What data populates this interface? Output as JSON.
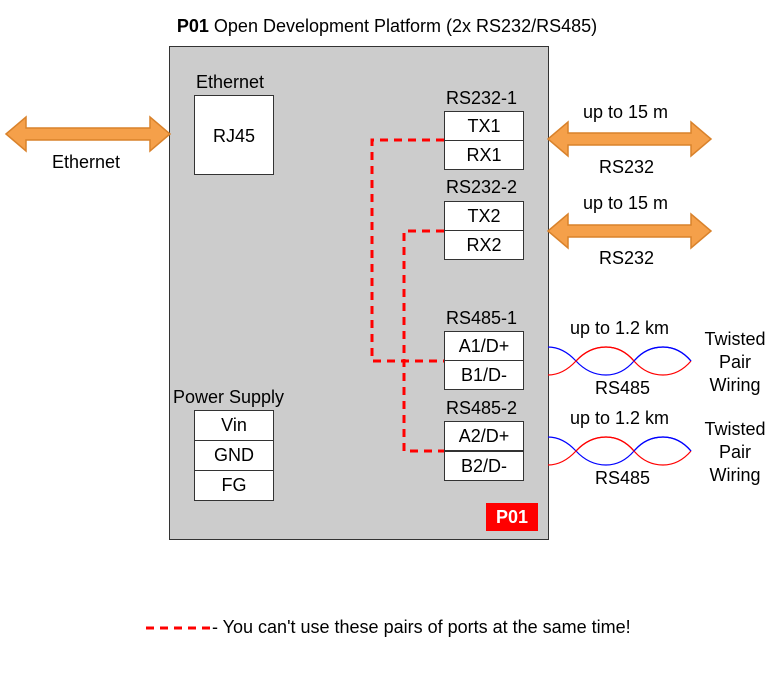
{
  "title": {
    "id": "P01",
    "text": "Open Development Platform (2x RS232/RS485)"
  },
  "ethernet": {
    "section_label": "Ethernet",
    "connector": "RJ45",
    "link_label": "Ethernet"
  },
  "rs232": [
    {
      "label": "RS232-1",
      "pins": [
        "TX1",
        "RX1"
      ],
      "distance": "up to 15 m",
      "type": "RS232"
    },
    {
      "label": "RS232-2",
      "pins": [
        "TX2",
        "RX2"
      ],
      "distance": "up to 15 m",
      "type": "RS232"
    }
  ],
  "rs485": [
    {
      "label": "RS485-1",
      "pins": [
        "A1/D+",
        "B1/D-"
      ],
      "distance": "up to 1.2 km",
      "type": "RS485",
      "wiring": [
        "Twisted",
        "Pair",
        "Wiring"
      ]
    },
    {
      "label": "RS485-2",
      "pins": [
        "A2/D+",
        "B2/D-"
      ],
      "distance": "up to 1.2 km",
      "type": "RS485",
      "wiring": [
        "Twisted",
        "Pair",
        "Wiring"
      ]
    }
  ],
  "power": {
    "label": "Power Supply",
    "pins": [
      "Vin",
      "GND",
      "FG"
    ]
  },
  "badge": "P01",
  "legend": {
    "text": "- You can't use these pairs of ports at the same time!"
  },
  "colors": {
    "arrow_fill": "#f5a04a",
    "arrow_stroke": "#d9822b",
    "dash": "#ff0000",
    "board": "#cccccc",
    "twist_red": "#ff0000",
    "twist_blue": "#0000ff"
  }
}
